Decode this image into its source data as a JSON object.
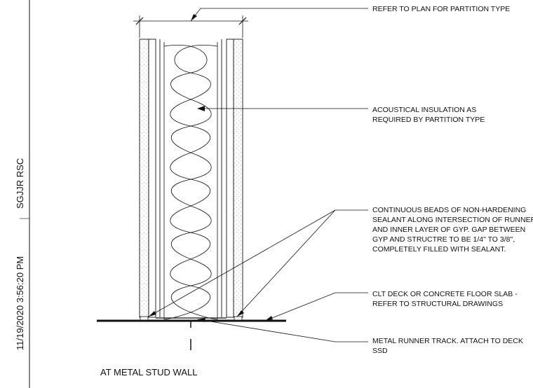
{
  "sidebar": {
    "project": "SGJJR RSC",
    "timestamp": "11/19/2020 3:56:20 PM"
  },
  "notes": {
    "partition_type": "REFER TO PLAN FOR PARTITION TYPE",
    "insulation": [
      "ACOUSTICAL INSULATION AS",
      "REQUIRED BY PARTITION TYPE"
    ],
    "sealant": [
      "CONTINUOUS BEADS OF NON-HARDENING",
      "SEALANT ALONG INTERSECTION OF RUNNER",
      "AND INNER LAYER OF GYP. GAP BETWEEN",
      "GYP AND STRUCTRE TO BE 1/4\" TO 3/8\",",
      "COMPLETELY FILLED WITH SEALANT."
    ],
    "floor": [
      "CLT DECK OR CONCRETE FLOOR SLAB -",
      "REFER TO STRUCTURAL DRAWINGS"
    ],
    "runner": [
      "METAL RUNNER TRACK. ATTACH TO DECK",
      "SSD"
    ]
  },
  "detail_title": "AT METAL STUD WALL"
}
